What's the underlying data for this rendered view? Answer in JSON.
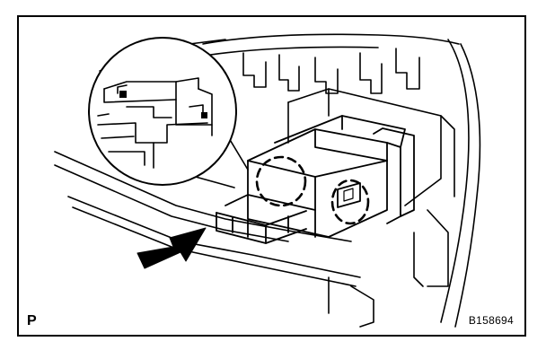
{
  "diagram": {
    "view_letter": "P",
    "figure_id": "B158694",
    "colors": {
      "line": "#000000",
      "background": "#ffffff"
    },
    "icons": [
      "push-direction-arrow-icon",
      "callout-magnifier-circle",
      "claw-highlight-circle"
    ]
  }
}
